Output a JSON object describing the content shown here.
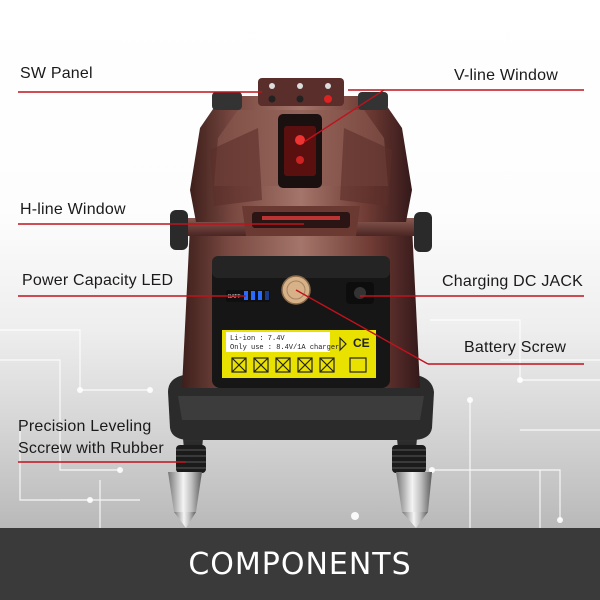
{
  "labels": {
    "sw_panel": "SW Panel",
    "v_line_window": "V-line Window",
    "h_line_window": "H-line Window",
    "power_capacity_led": "Power Capacity LED",
    "charging_dc_jack": "Charging DC JACK",
    "battery_screw": "Battery Screw",
    "precision_leveling_line1": "Precision Leveling",
    "precision_leveling_line2": "Sccrew with Rubber"
  },
  "battery": {
    "line1": "Li-ion : 7.4V",
    "line2": "Only use : 8.4V/1A charger",
    "ce_mark": "CE"
  },
  "led_panel_text": "BATT",
  "footer": {
    "title": "COMPONENTS"
  },
  "colors": {
    "callout_line": "#c0121c",
    "device_body": "#6e3a33",
    "footer_bg": "#3a3a3a",
    "led_blue": "#2a6bff"
  }
}
